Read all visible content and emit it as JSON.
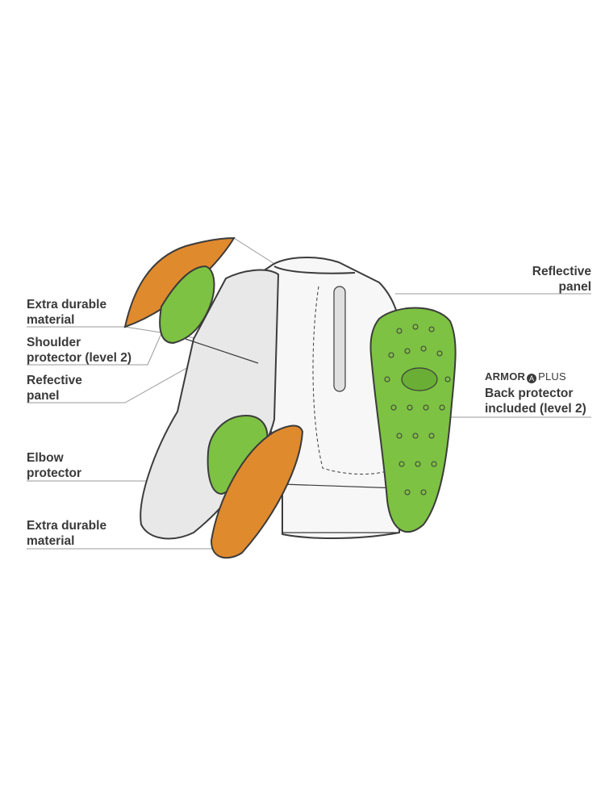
{
  "labels_left": [
    {
      "line1": "Extra durable",
      "line2": "material"
    },
    {
      "line1": "Shoulder",
      "line2": "protector (level 2)"
    },
    {
      "line1": "Refective",
      "line2": "panel"
    },
    {
      "line1": "Elbow",
      "line2": "protector"
    },
    {
      "line1": "Extra durable",
      "line2": "material"
    }
  ],
  "labels_right": {
    "reflective": {
      "line1": "Reflective",
      "line2": "panel"
    },
    "back": {
      "brand_bold": "ARMOR",
      "brand_mark": "A",
      "brand_light": "PLUS",
      "line1": "Back protector",
      "line2": "included (level 2)"
    }
  },
  "colors": {
    "text": "#3a3a3a",
    "protector_green": "#7dc242",
    "durable_orange": "#e08a2e",
    "jacket_fill": "#e8e8e8",
    "outline": "#3c3c3c"
  }
}
